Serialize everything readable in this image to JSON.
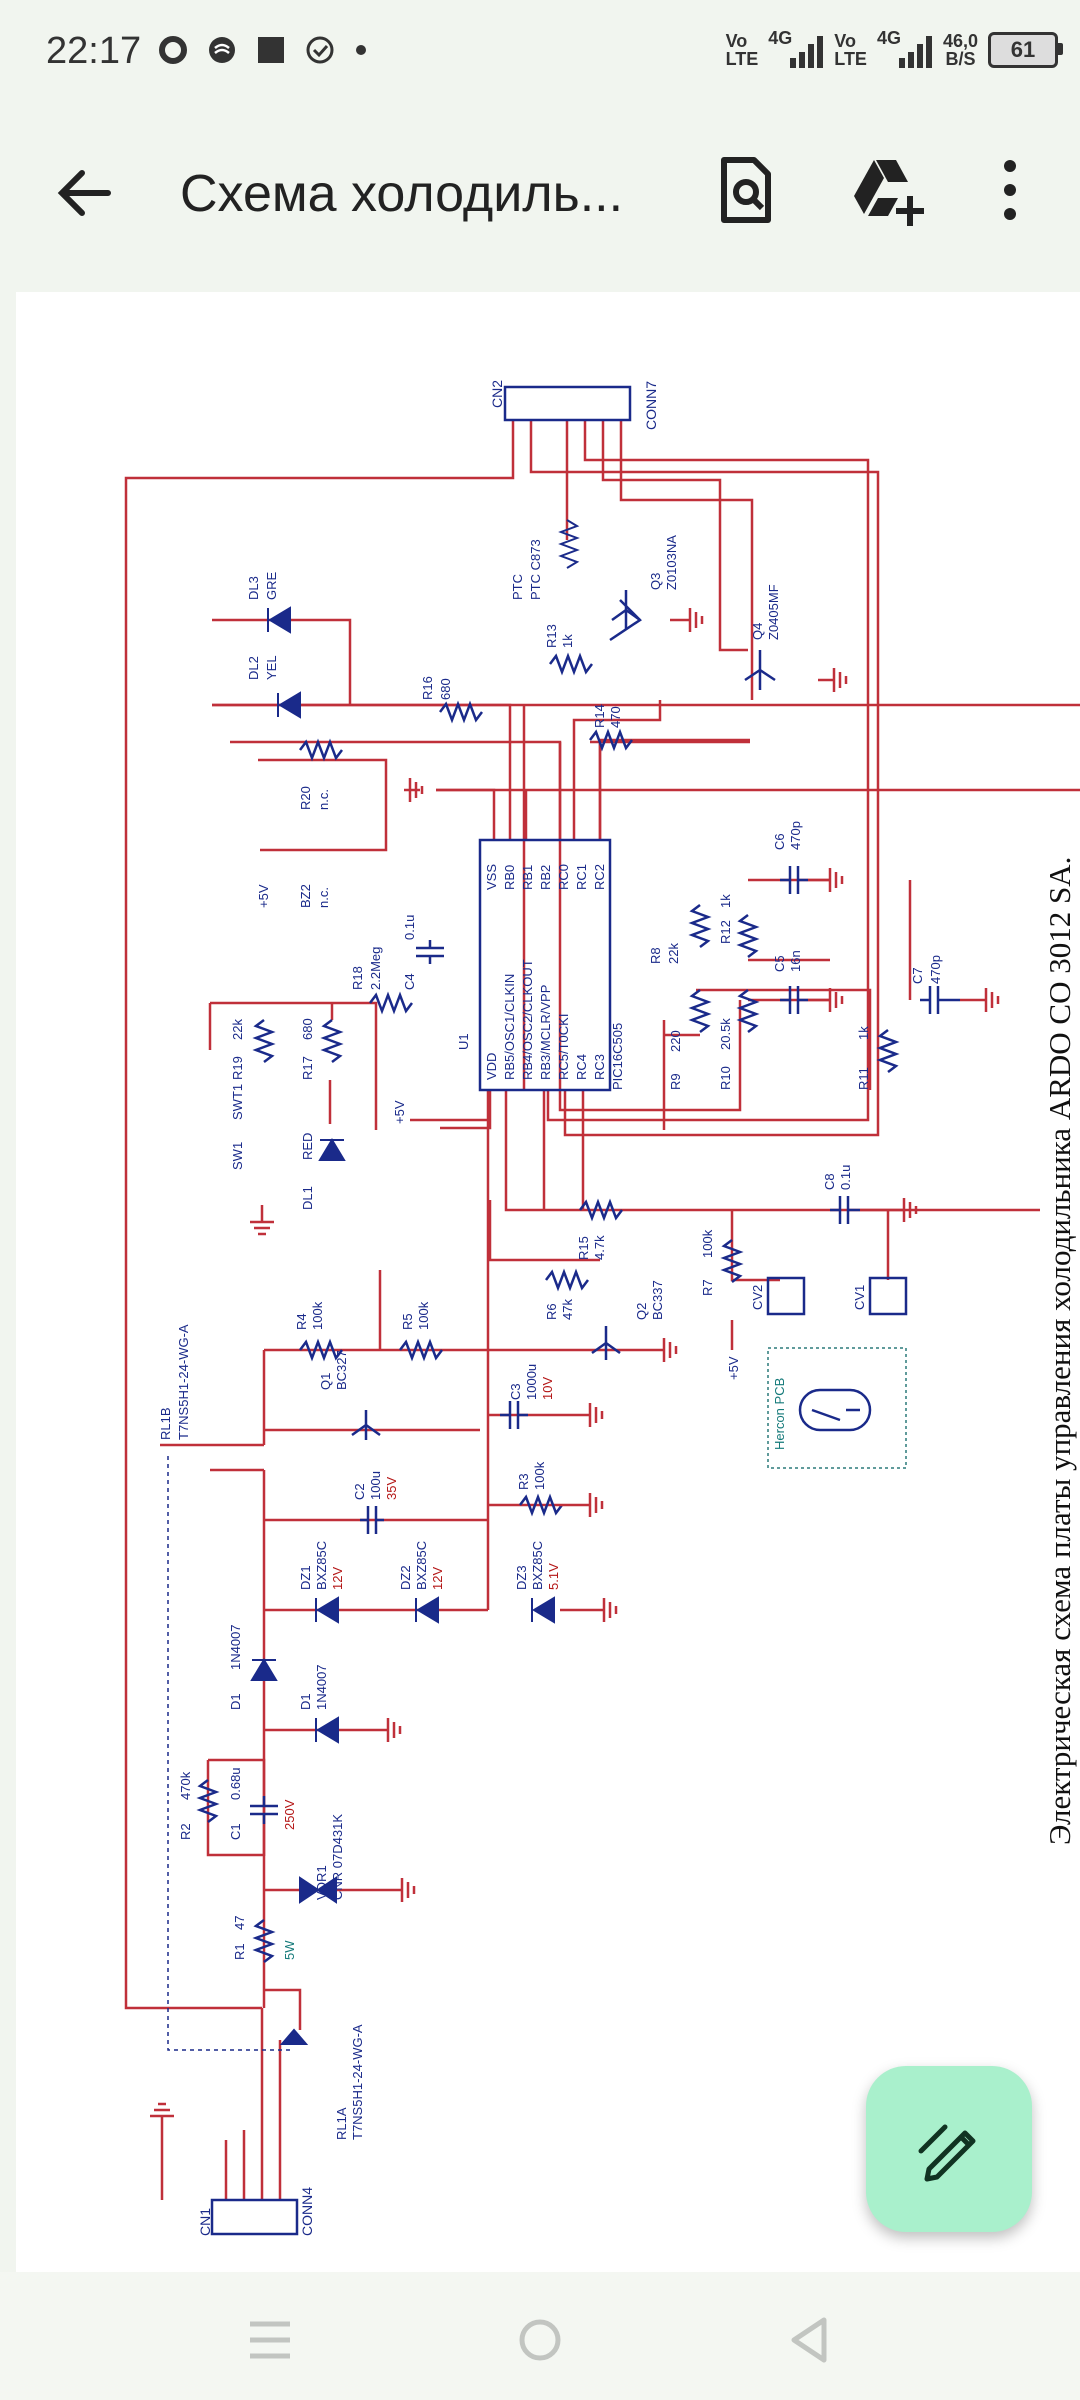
{
  "status_bar": {
    "time": "22:17",
    "signal1_label_top": "Vo",
    "signal1_label_bottom": "LTE",
    "signal1_net": "4G",
    "signal2_label_top": "Vo",
    "signal2_label_bottom": "LTE",
    "signal2_net": "4G",
    "speed_value": "46,0",
    "speed_unit": "B/S",
    "battery": "61",
    "icons": [
      "circle-status-icon",
      "data-saver-icon",
      "square-app-icon",
      "check-circle-icon",
      "dot-icon"
    ]
  },
  "app_bar": {
    "title": "Схема холодиль...",
    "back_icon": "arrow-back-icon",
    "actions": [
      "search-document-icon",
      "add-to-drive-icon",
      "more-vert-icon"
    ]
  },
  "document": {
    "caption": "Электрическая схема платы управления холодильника ARDO CO 3012 SA.",
    "labels": {
      "cn2": "CN2",
      "conn7": "CONN7",
      "ptc": "PTC C873",
      "ptc2": "PTC",
      "q3": "Q3",
      "q3v": "Z0103NA",
      "q4": "Q4",
      "q4v": "Z0405MF",
      "dl3": "DL3",
      "gre": "GRE",
      "dl2": "DL2",
      "yel": "YEL",
      "r16": "R16",
      "r16v": "680",
      "r13": "R13",
      "r13v": "1k",
      "r14": "R14",
      "r14v": "470",
      "r20": "R20",
      "nc1": "n.c.",
      "bz2": "BZ2",
      "nc2": "n.c.",
      "plus5v": "+5V",
      "r18": "R18",
      "r18v": "2.2Meg",
      "c4": "C4",
      "c4v": "0.1u",
      "c6": "C6",
      "c6v": "470p",
      "c5": "C5",
      "c5v": "16n",
      "c7": "C7",
      "c7v": "470p",
      "r8": "R8",
      "r8v": "22k",
      "r12": "R12",
      "r12v": "1k",
      "r9": "R9",
      "r9v": "220",
      "r10": "R10",
      "r10v": "20.5k",
      "r11": "R11",
      "r11v": "1k",
      "u1": "U1",
      "pic": "PIC16C505",
      "vss": "VSS",
      "vdd": "VDD",
      "pin_rb0": "RB0",
      "pin_rb1": "RB1",
      "pin_rb2": "RB2",
      "pin_rc0": "RC0",
      "pin_rc1": "RC1",
      "pin_rc2": "RC2",
      "pin_osc1": "RB5/OSC1/CLKIN",
      "pin_osc2": "RB4/OSC2/CLKOUT",
      "pin_mclr": "RB3/MCLR/VPP",
      "pin_t0": "RC5/T0CKI",
      "pin_rc4": "RC4",
      "pin_rc3": "RC3",
      "sw1": "SW1",
      "swt1": "SWT1",
      "r19": "R19",
      "r19v": "22k",
      "r17": "R17",
      "r17v": "680",
      "dl1": "DL1",
      "red": "RED",
      "r15": "R15",
      "r15v": "4.7k",
      "c8": "C8",
      "c8v": "0.1u",
      "r6": "R6",
      "r6v": "47k",
      "q2": "Q2",
      "q2v": "BC337",
      "r7": "R7",
      "r7v": "100k",
      "cv2": "CV2",
      "cv1": "CV1",
      "hercon": "Hercon PCB",
      "rl1b": "RL1B",
      "rlv": "T7NS5H1-24-WG-A",
      "r4": "R4",
      "r4v": "100k",
      "r5": "R5",
      "r5v": "100k",
      "q1": "Q1",
      "q1v": "BC327",
      "c3": "C3",
      "c3v": "1000u",
      "c3vv": "10V",
      "c2": "C2",
      "c2v": "100u",
      "c2vv": "35V",
      "r3": "R3",
      "r3v": "100k",
      "dz1": "DZ1",
      "dz2": "DZ2",
      "dz3": "DZ3",
      "bxz": "BXZ85C",
      "v12": "12V",
      "v51": "5.1V",
      "d1": "D1",
      "d1v": "1N4007",
      "r2": "R2",
      "r2v": "470k",
      "c1": "C1",
      "c1v": "0.68u",
      "c1vv": "250V",
      "vdr1": "VDR1",
      "cnr": "CNR 07D431K",
      "r1": "R1",
      "r1v": "47",
      "w5": "5W",
      "rl1a": "RL1A",
      "cn1": "CN1",
      "conn4": "CONN4"
    }
  },
  "colors": {
    "wire": "#c0303a",
    "component": "#1a2a8a",
    "value_red": "#b41616",
    "label_teal": "#157a7a",
    "fab": "#a9f0cc"
  },
  "fab": {
    "icon": "edit-pen-icon"
  },
  "nav_bar": {
    "icons": [
      "menu-nav-icon",
      "home-nav-icon",
      "back-nav-icon"
    ]
  }
}
